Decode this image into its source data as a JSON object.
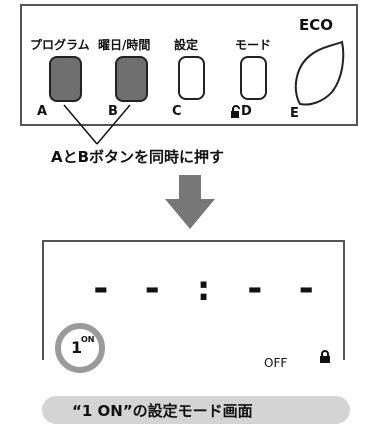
{
  "panel": {
    "buttons": [
      {
        "label": "プログラム",
        "letter": "A",
        "style": "pressed"
      },
      {
        "label": "曜日/時間",
        "letter": "B",
        "style": "pressed"
      },
      {
        "label": "設定",
        "letter": "C",
        "style": "normal"
      },
      {
        "label": "モード",
        "letter": "D",
        "style": "normal",
        "lock_icon": "unlocked-padlock-icon"
      },
      {
        "label": "ECO",
        "letter": "E",
        "style": "leaf"
      }
    ]
  },
  "instruction": "AとBボタンを同時に押す",
  "arrow_icon": "down-arrow-icon",
  "display": {
    "time_text": "- - : - -",
    "indicator_number": "1",
    "indicator_state": "ON",
    "off_text": "OFF",
    "lock_icon": "locked-padlock-icon"
  },
  "caption": "“1 ON”の設定モード画面",
  "colors": {
    "pressed_button": "#6f6f6f",
    "arrow": "#777777",
    "caption_bg": "#d4d4d4",
    "ring": "#9a9a9a"
  }
}
